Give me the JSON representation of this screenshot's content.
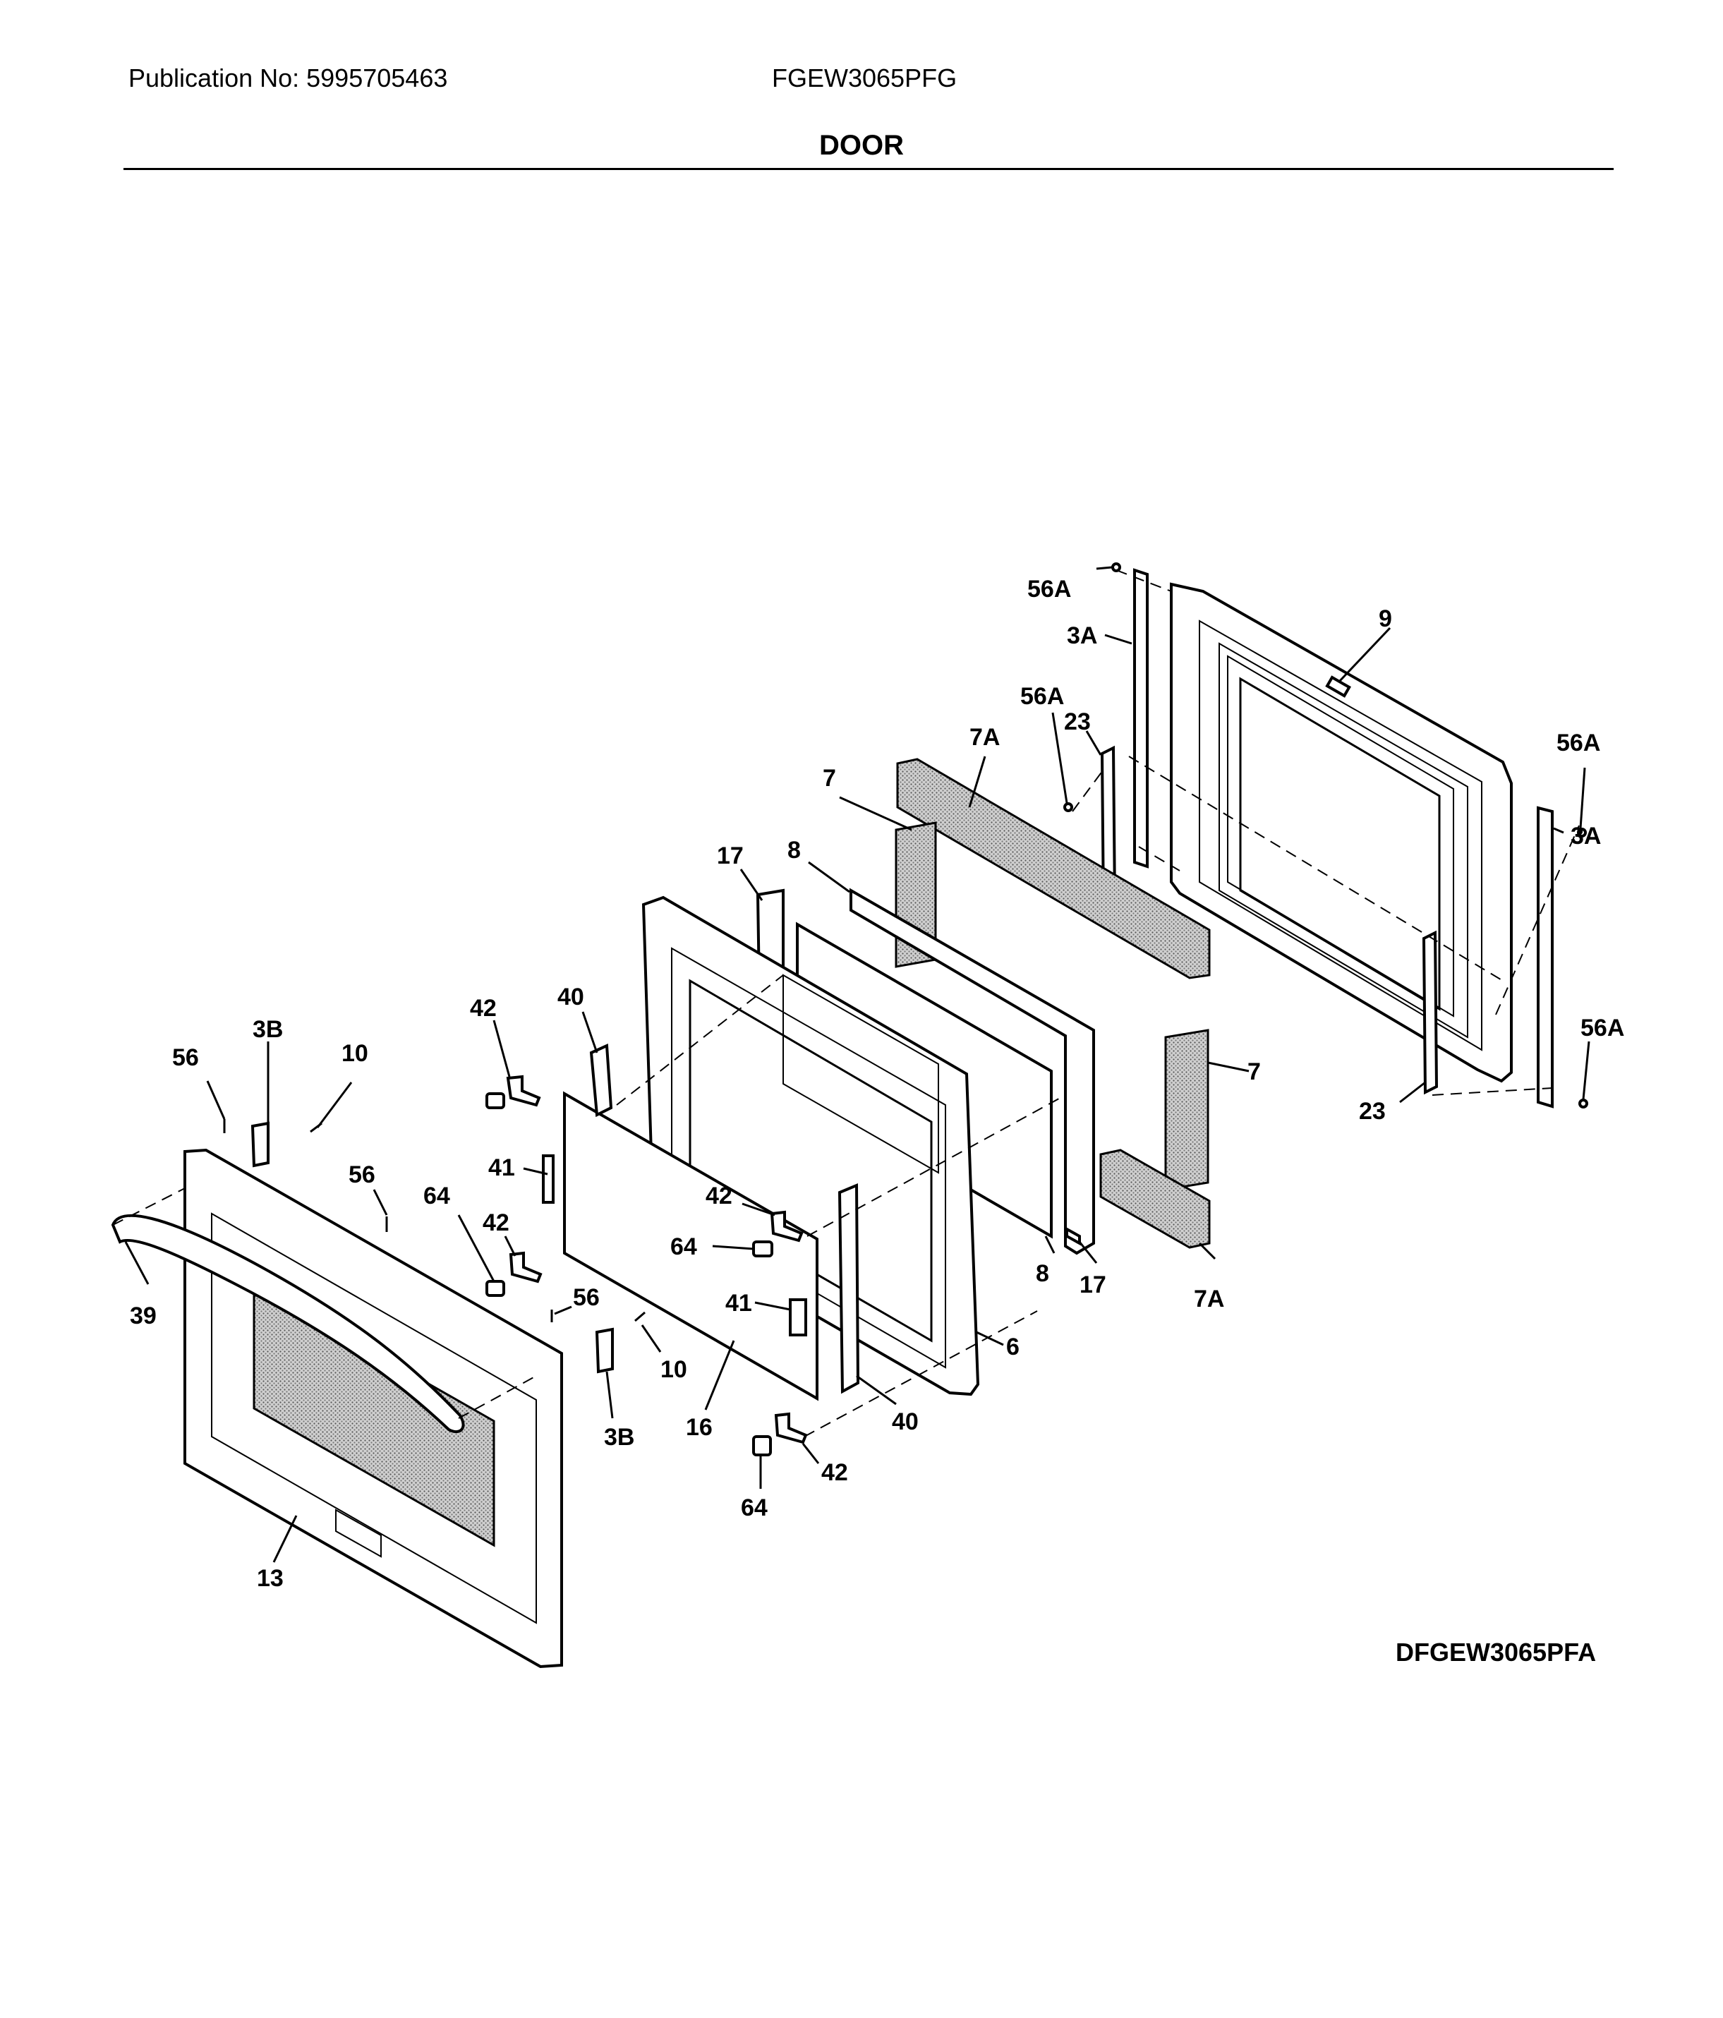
{
  "header": {
    "publication": "Publication No: 5995705463",
    "model": "FGEW3065PFG",
    "title": "DOOR"
  },
  "diagram_code": "DFGEW3065PFA",
  "callouts": {
    "c56a_top": "56A",
    "c3a_top": "3A",
    "c9": "9",
    "c56a_mid": "56A",
    "c23_top": "23",
    "c7a_top": "7A",
    "c56a_right": "56A",
    "c7_top": "7",
    "c3a_right": "3A",
    "c8_top": "8",
    "c17_top": "17",
    "c40_top": "40",
    "c42_top": "42",
    "c3b_top": "3B",
    "c56_left": "56",
    "c10_top": "10",
    "c7_right": "7",
    "c56a_low": "56A",
    "c23_low": "23",
    "c41_top": "41",
    "c56_mid": "56",
    "c64_left": "64",
    "c42_mid": "42",
    "c42_right": "42",
    "c64_mid": "64",
    "c39": "39",
    "c41_mid": "41",
    "c56_low": "56",
    "c8_low": "8",
    "c17_low": "17",
    "c7a_low": "7A",
    "c6": "6",
    "c10_low": "10",
    "c3b_low": "3B",
    "c16": "16",
    "c40_low": "40",
    "c42_low": "42",
    "c64_low": "64",
    "c13": "13"
  }
}
